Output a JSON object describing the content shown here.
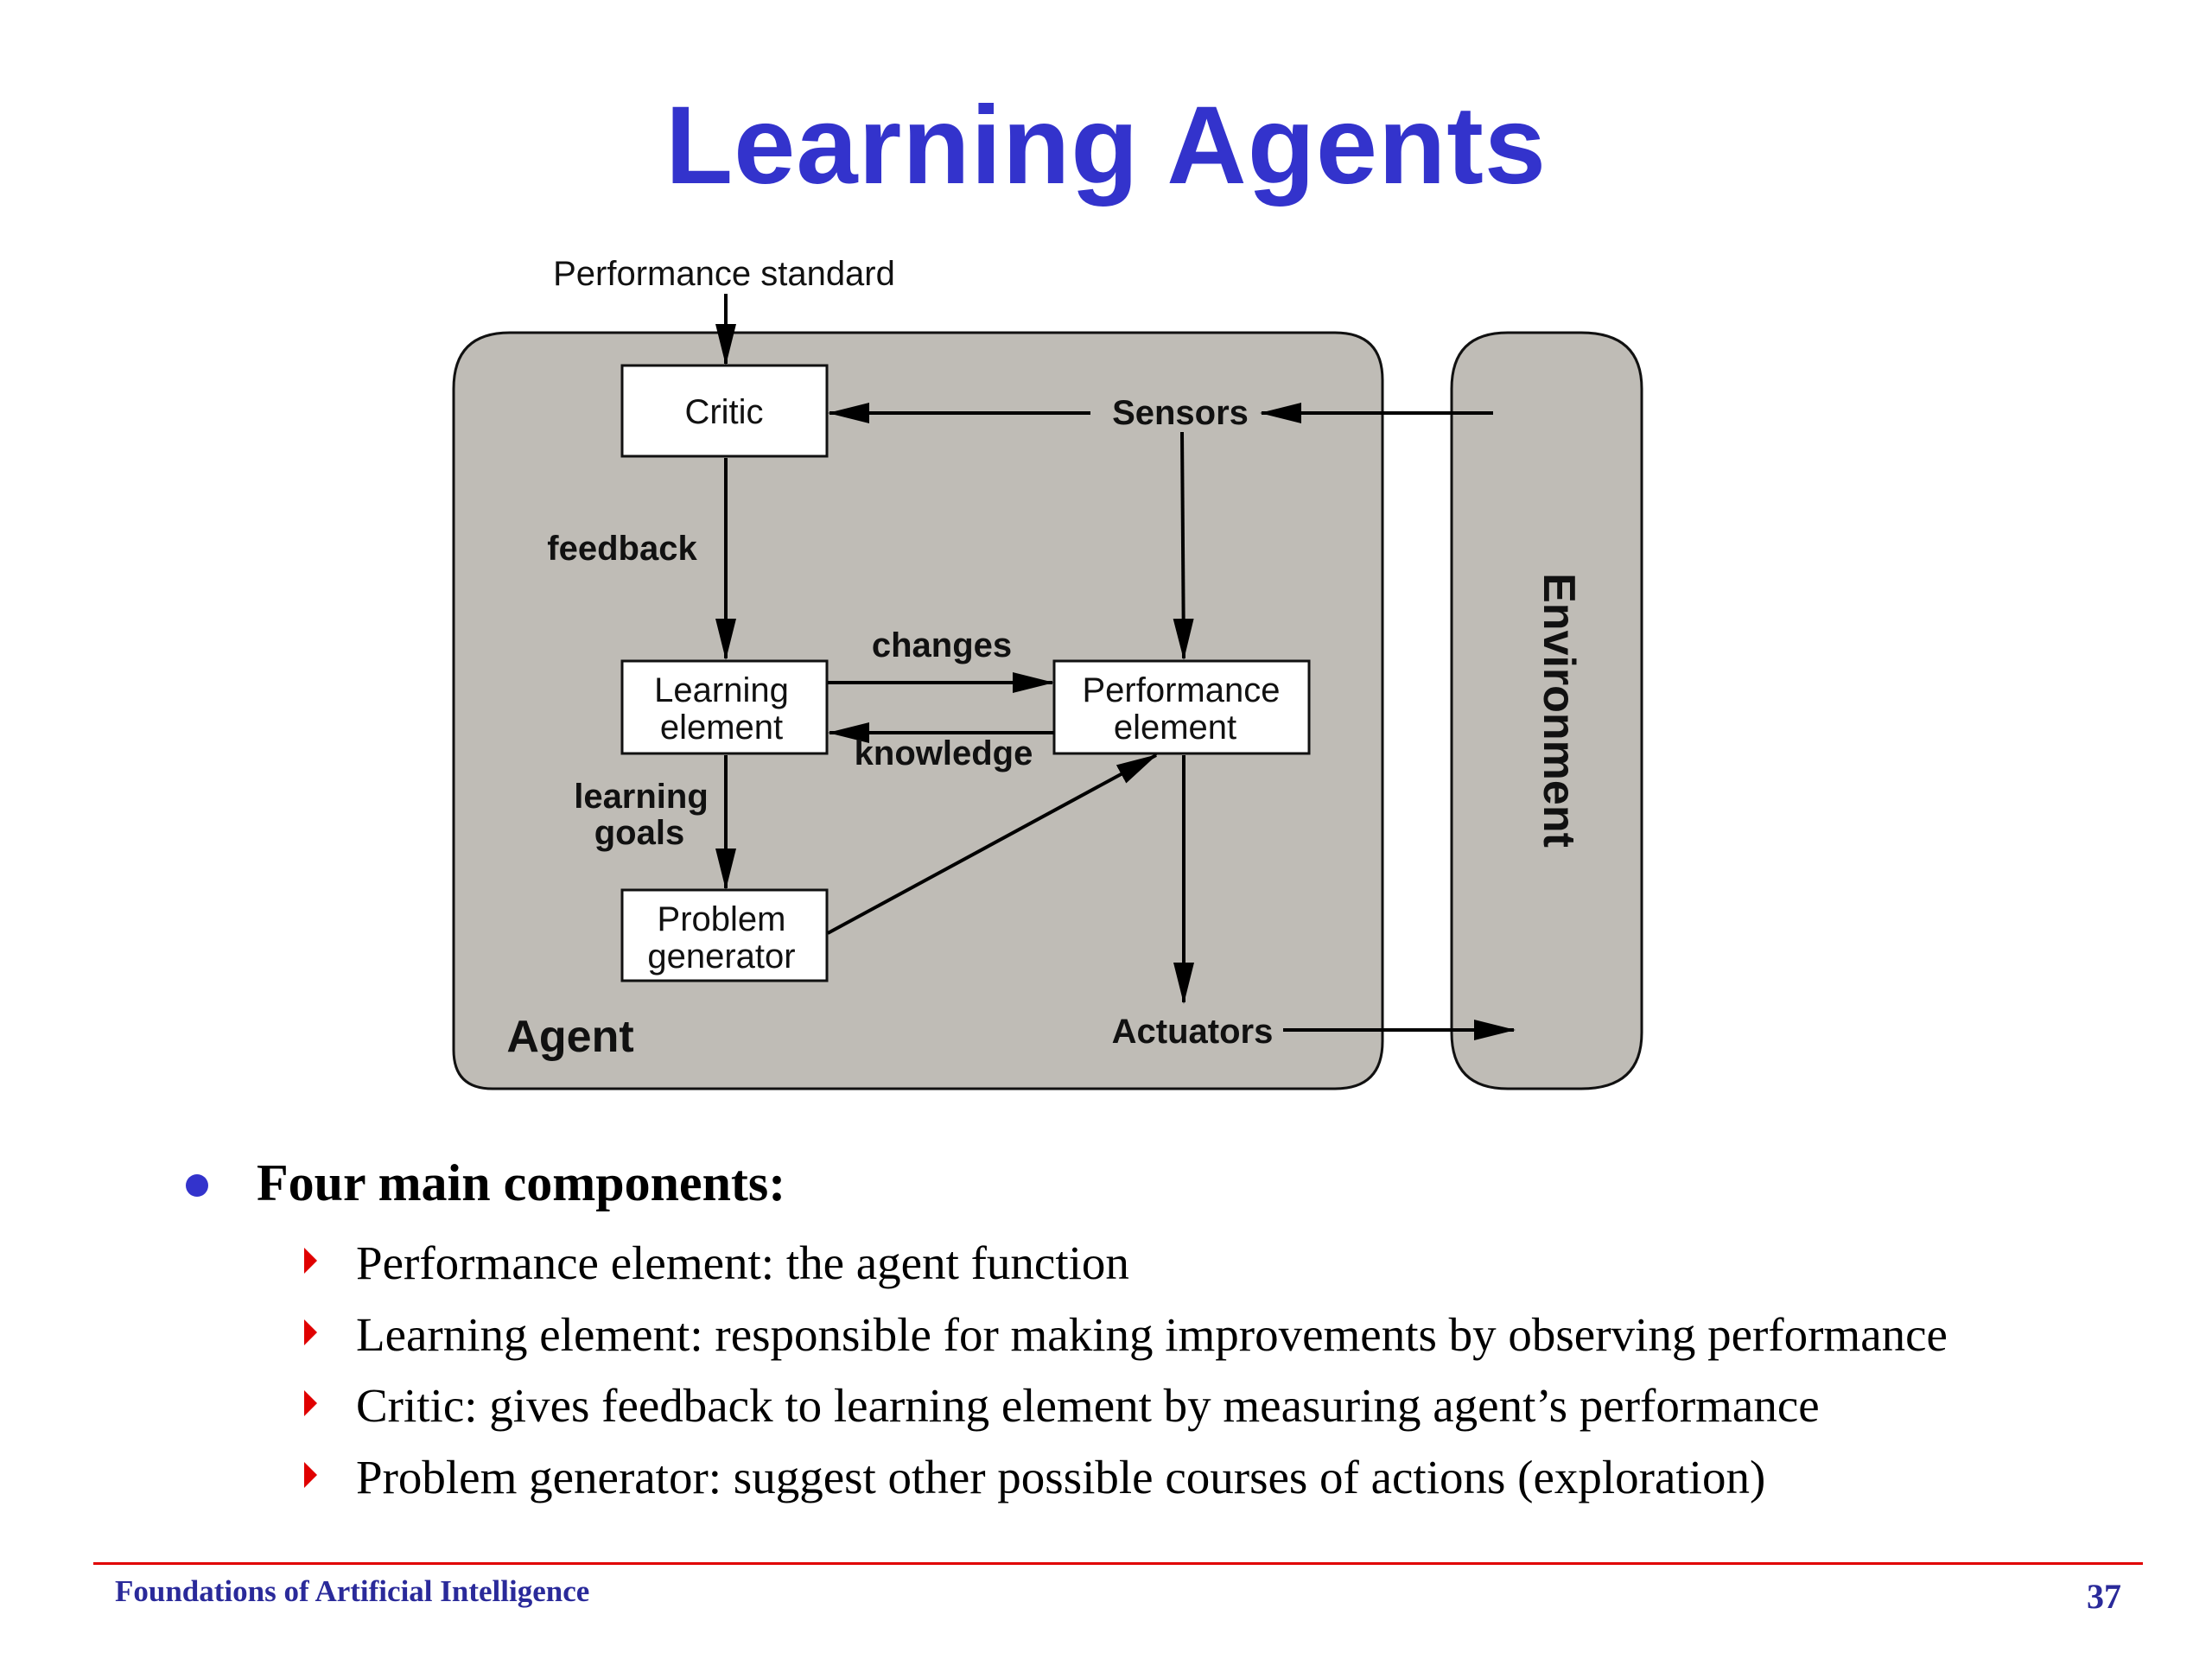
{
  "slide": {
    "title": "Learning Agents",
    "page_number": "37",
    "footer": "Foundations of Artificial Intelligence"
  },
  "diagram": {
    "performance_standard": "Performance standard",
    "critic": "Critic",
    "sensors": "Sensors",
    "feedback": "feedback",
    "changes": "changes",
    "knowledge": "knowledge",
    "learning_goals_line1": "learning",
    "learning_goals_line2": "goals",
    "learning_element_line1": "Learning",
    "learning_element_line2": "element",
    "performance_element_line1": "Performance",
    "performance_element_line2": "element",
    "problem_generator_line1": "Problem",
    "problem_generator_line2": "generator",
    "agent": "Agent",
    "actuators": "Actuators",
    "environment": "Environment"
  },
  "bullets": {
    "main": "Four main components:",
    "items": [
      "Performance element: the agent function",
      "Learning element: responsible for making improvements by observing performance",
      "Critic: gives feedback to learning element by measuring agent’s performance",
      "Problem generator: suggest other possible courses of actions (exploration)"
    ]
  },
  "colors": {
    "title": "#3333cc",
    "panel": "#bfbcb6",
    "bullet_main": "#3333cc",
    "bullet_sub": "#e00000",
    "footer_text": "#2a2a9a",
    "footer_rule": "#e00000"
  }
}
